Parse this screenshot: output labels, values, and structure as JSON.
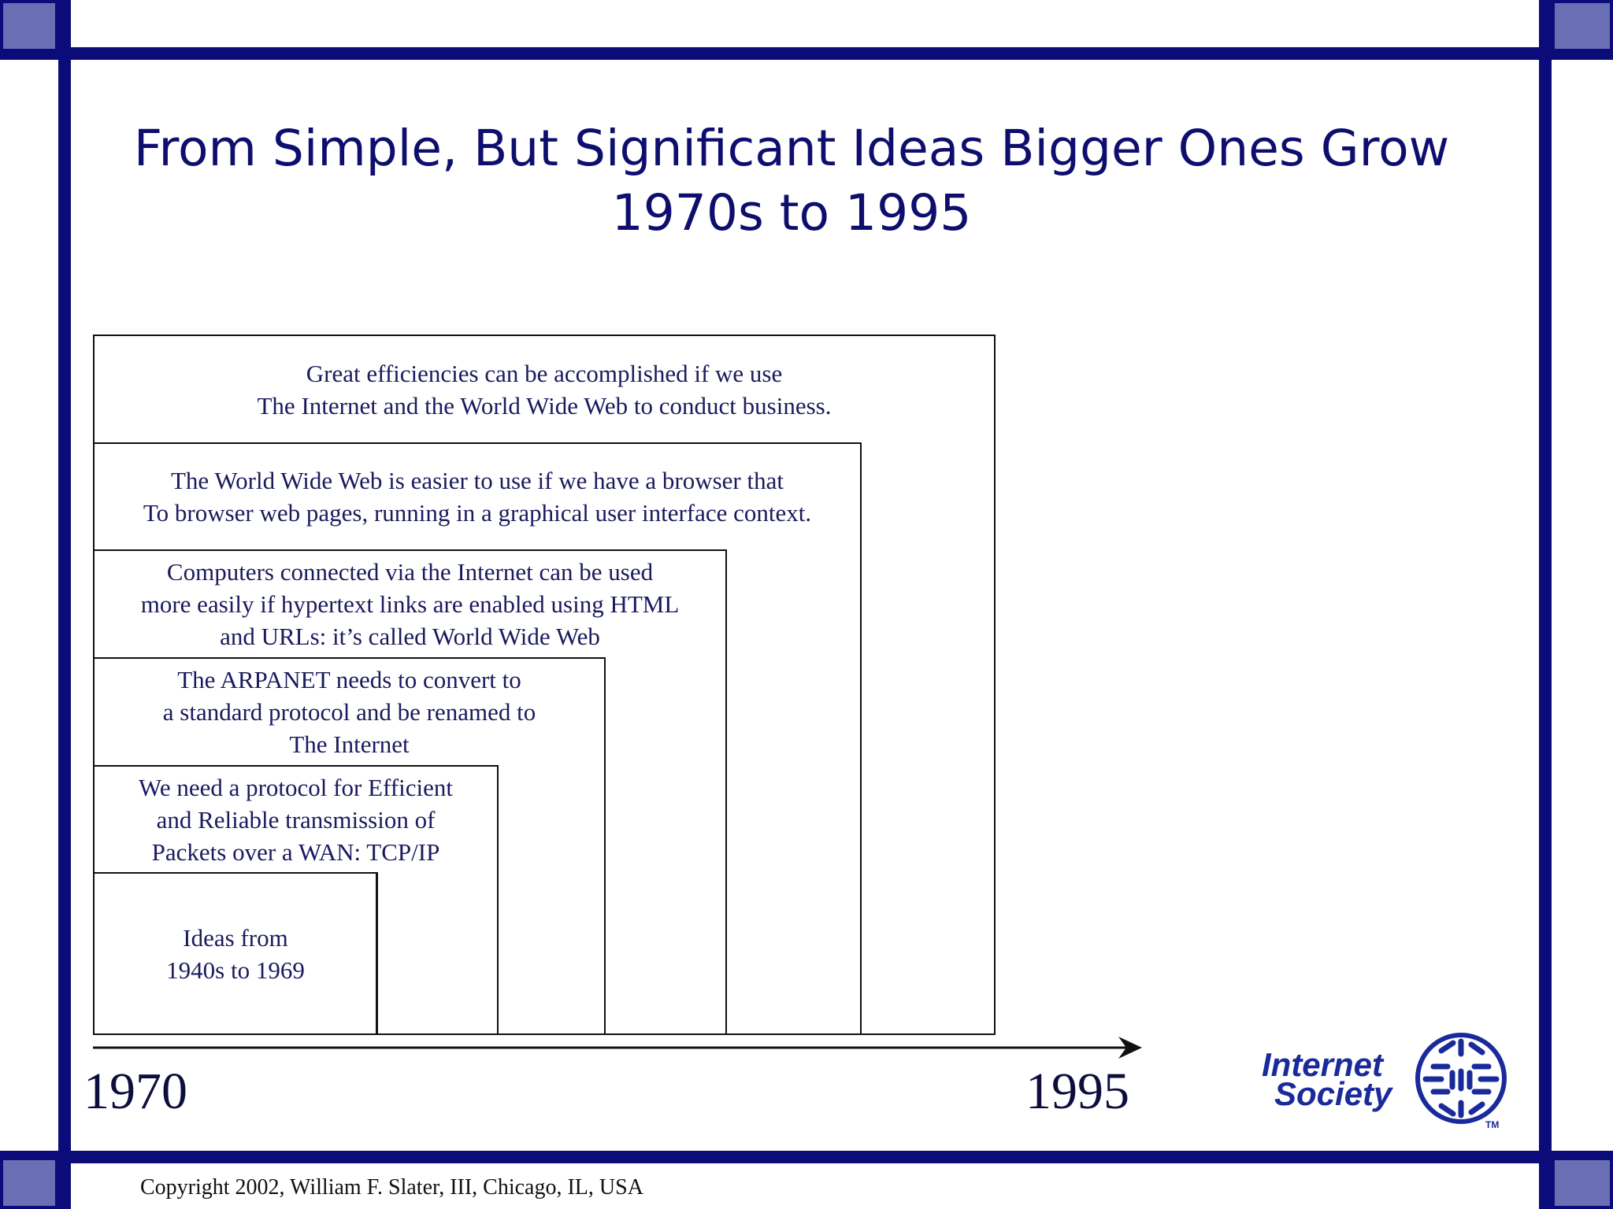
{
  "slide": {
    "title_line1": "From Simple, But Significant Ideas Bigger Ones Grow",
    "title_line2": "1970s to 1995"
  },
  "diagram": {
    "boxes": [
      {
        "id": "business",
        "text": "Great efficiencies can be accomplished if we use\nThe Internet and the World Wide Web to conduct business."
      },
      {
        "id": "browser",
        "text": "The World Wide Web is easier to use if we have a browser that\nTo browser web pages, running in a graphical user interface context."
      },
      {
        "id": "www",
        "text": "Computers connected via the Internet can be used\nmore easily if hypertext links are enabled using HTML\nand URLs: it’s called World Wide Web"
      },
      {
        "id": "arpanet",
        "text": "The ARPANET needs to convert to\na standard protocol and be renamed to\nThe Internet"
      },
      {
        "id": "tcpip",
        "text": "We need a protocol for Efficient\nand Reliable transmission of\nPackets over a WAN: TCP/IP"
      },
      {
        "id": "ideas",
        "text": "Ideas from\n1940s to 1969"
      }
    ]
  },
  "timeline": {
    "start_label": "1970",
    "end_label": "1995"
  },
  "logo": {
    "line1": "Internet",
    "line2": "Society",
    "tm": "TM"
  },
  "footer": {
    "copyright": "Copyright 2002, William F. Slater, III, Chicago, IL, USA"
  },
  "colors": {
    "frame": "#0b0b7a",
    "corner": "#6a6fb4",
    "title": "#0e0e6e"
  }
}
